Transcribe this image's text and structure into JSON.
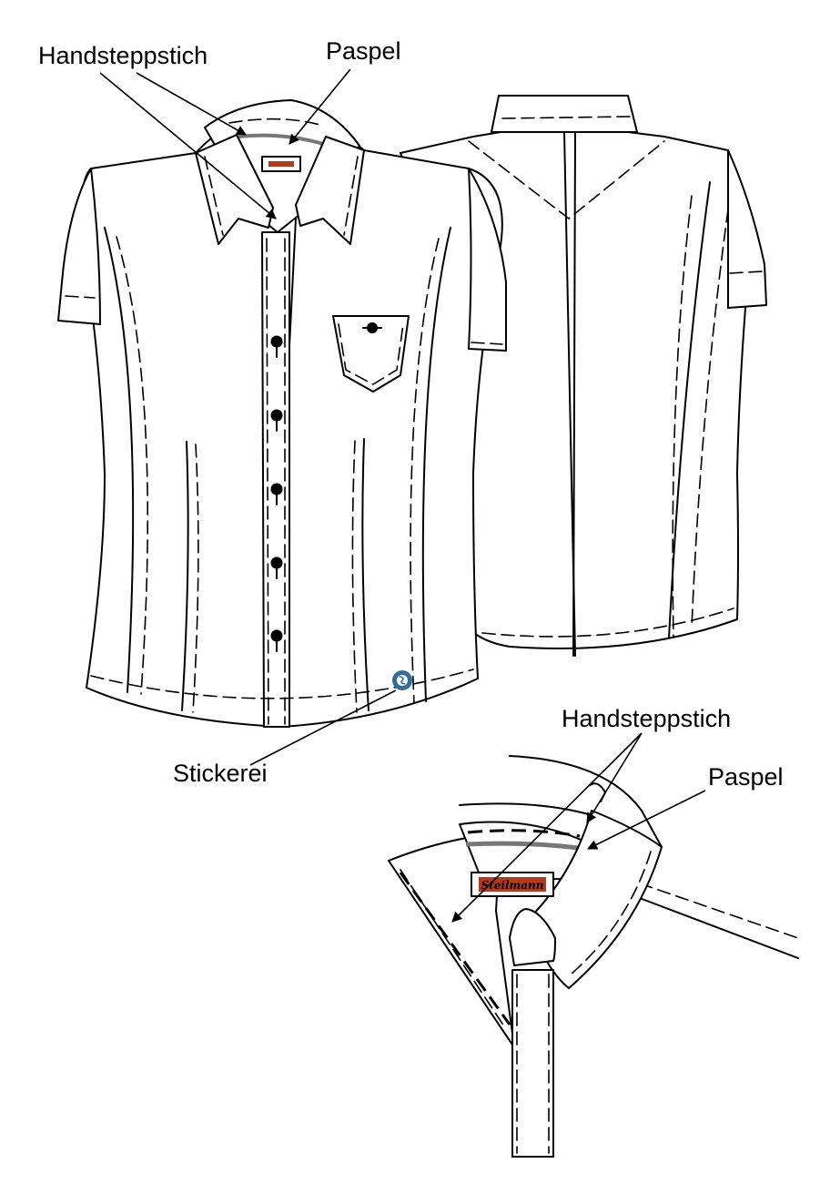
{
  "labels": [
    "Handsteppstich",
    "Paspel",
    "Stickerei",
    "Handsteppstich",
    "Paspel"
  ],
  "logo_text": "Steilmann",
  "colors": {
    "label_patch": "#b33a1c",
    "piping": "#777777",
    "embroidery": "#2f6f9a"
  },
  "icons": [
    "embroidery-crest-icon"
  ]
}
